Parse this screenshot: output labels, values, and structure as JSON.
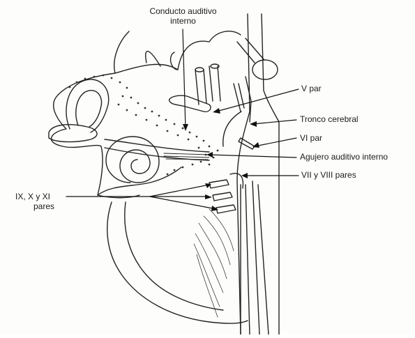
{
  "diagram": {
    "labels": {
      "conducto_line1": "Conducto auditivo",
      "conducto_line2": "interno",
      "v_par": "V par",
      "tronco": "Tronco cerebral",
      "vi_par": "VI par",
      "agujero": "Agujero auditivo interno",
      "vii_viii": "VII y VIII pares",
      "ix_line1": "IX, X y XI",
      "ix_line2": "pares"
    }
  }
}
